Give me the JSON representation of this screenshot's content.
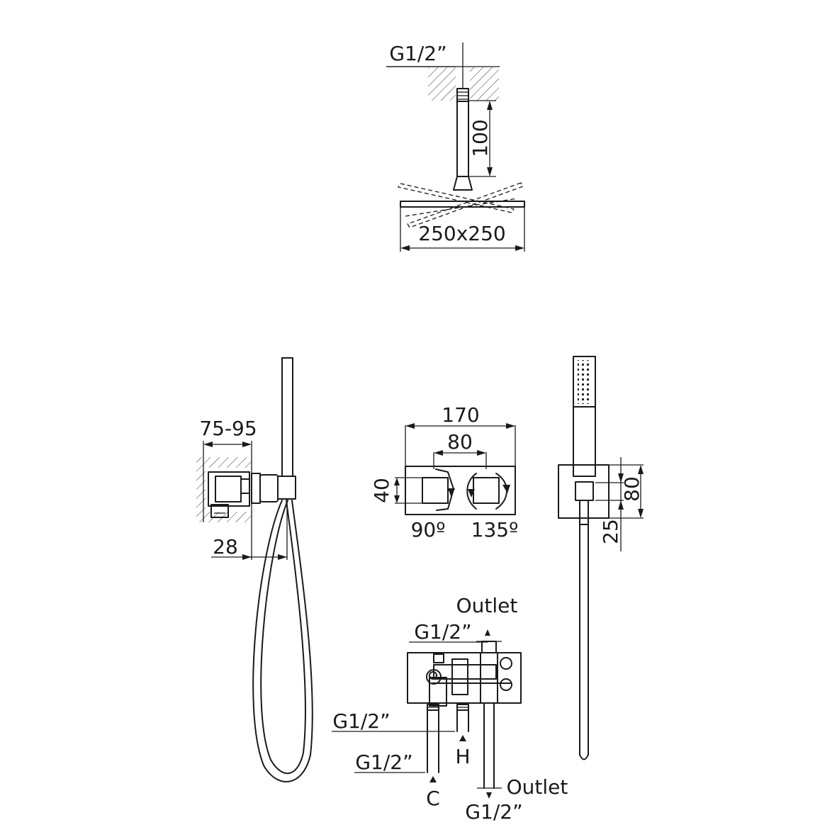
{
  "labels": {
    "top_thread": "G1/2”",
    "top_height": "100",
    "head_size": "250x250",
    "side_depth": "75-95",
    "side_offset": "28",
    "plate_width": "170",
    "handle_spacing": "80",
    "handle_size": "40",
    "angle_left": "90º",
    "angle_right": "135º",
    "holder_height": "80",
    "holder_offset": "25",
    "outlet_top": "Outlet",
    "thread_outlet_top": "G1/2”",
    "thread_hot": "G1/2”",
    "hot_mark": "H",
    "thread_cold": "G1/2”",
    "cold_mark": "C",
    "outlet_bottom": "Outlet",
    "thread_outlet_bottom": "G1/2”"
  }
}
